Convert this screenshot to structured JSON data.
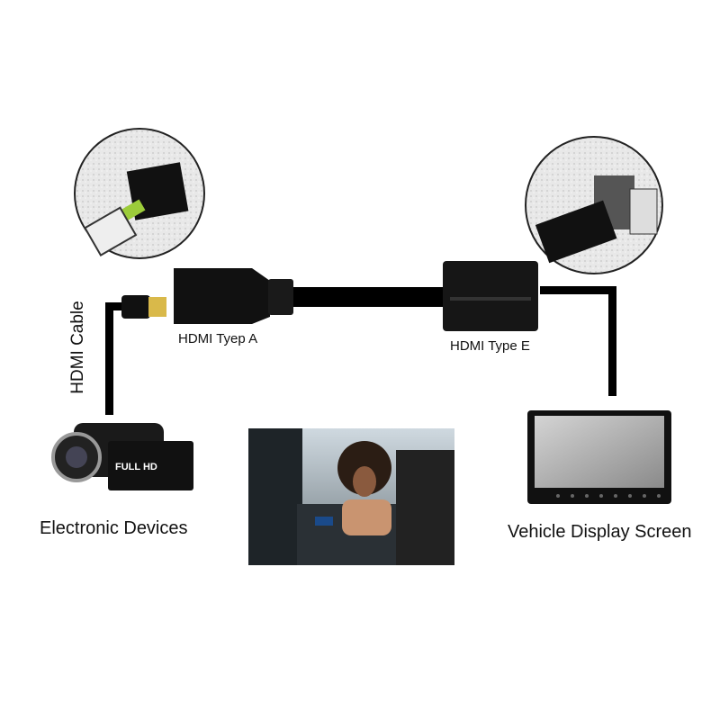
{
  "labels": {
    "cable": "HDMI Cable",
    "type_a": "HDMI Tyep A",
    "type_e": "HDMI Type E",
    "source": "Electronic Devices",
    "display": "Vehicle Display Screen",
    "camera_badge": "FULL HD"
  },
  "colors": {
    "cable": "#000000",
    "connector_gold": "#d9b94a",
    "zoom_circle_bg": "#e6e6e6",
    "connector_green": "#9ccc3a"
  }
}
